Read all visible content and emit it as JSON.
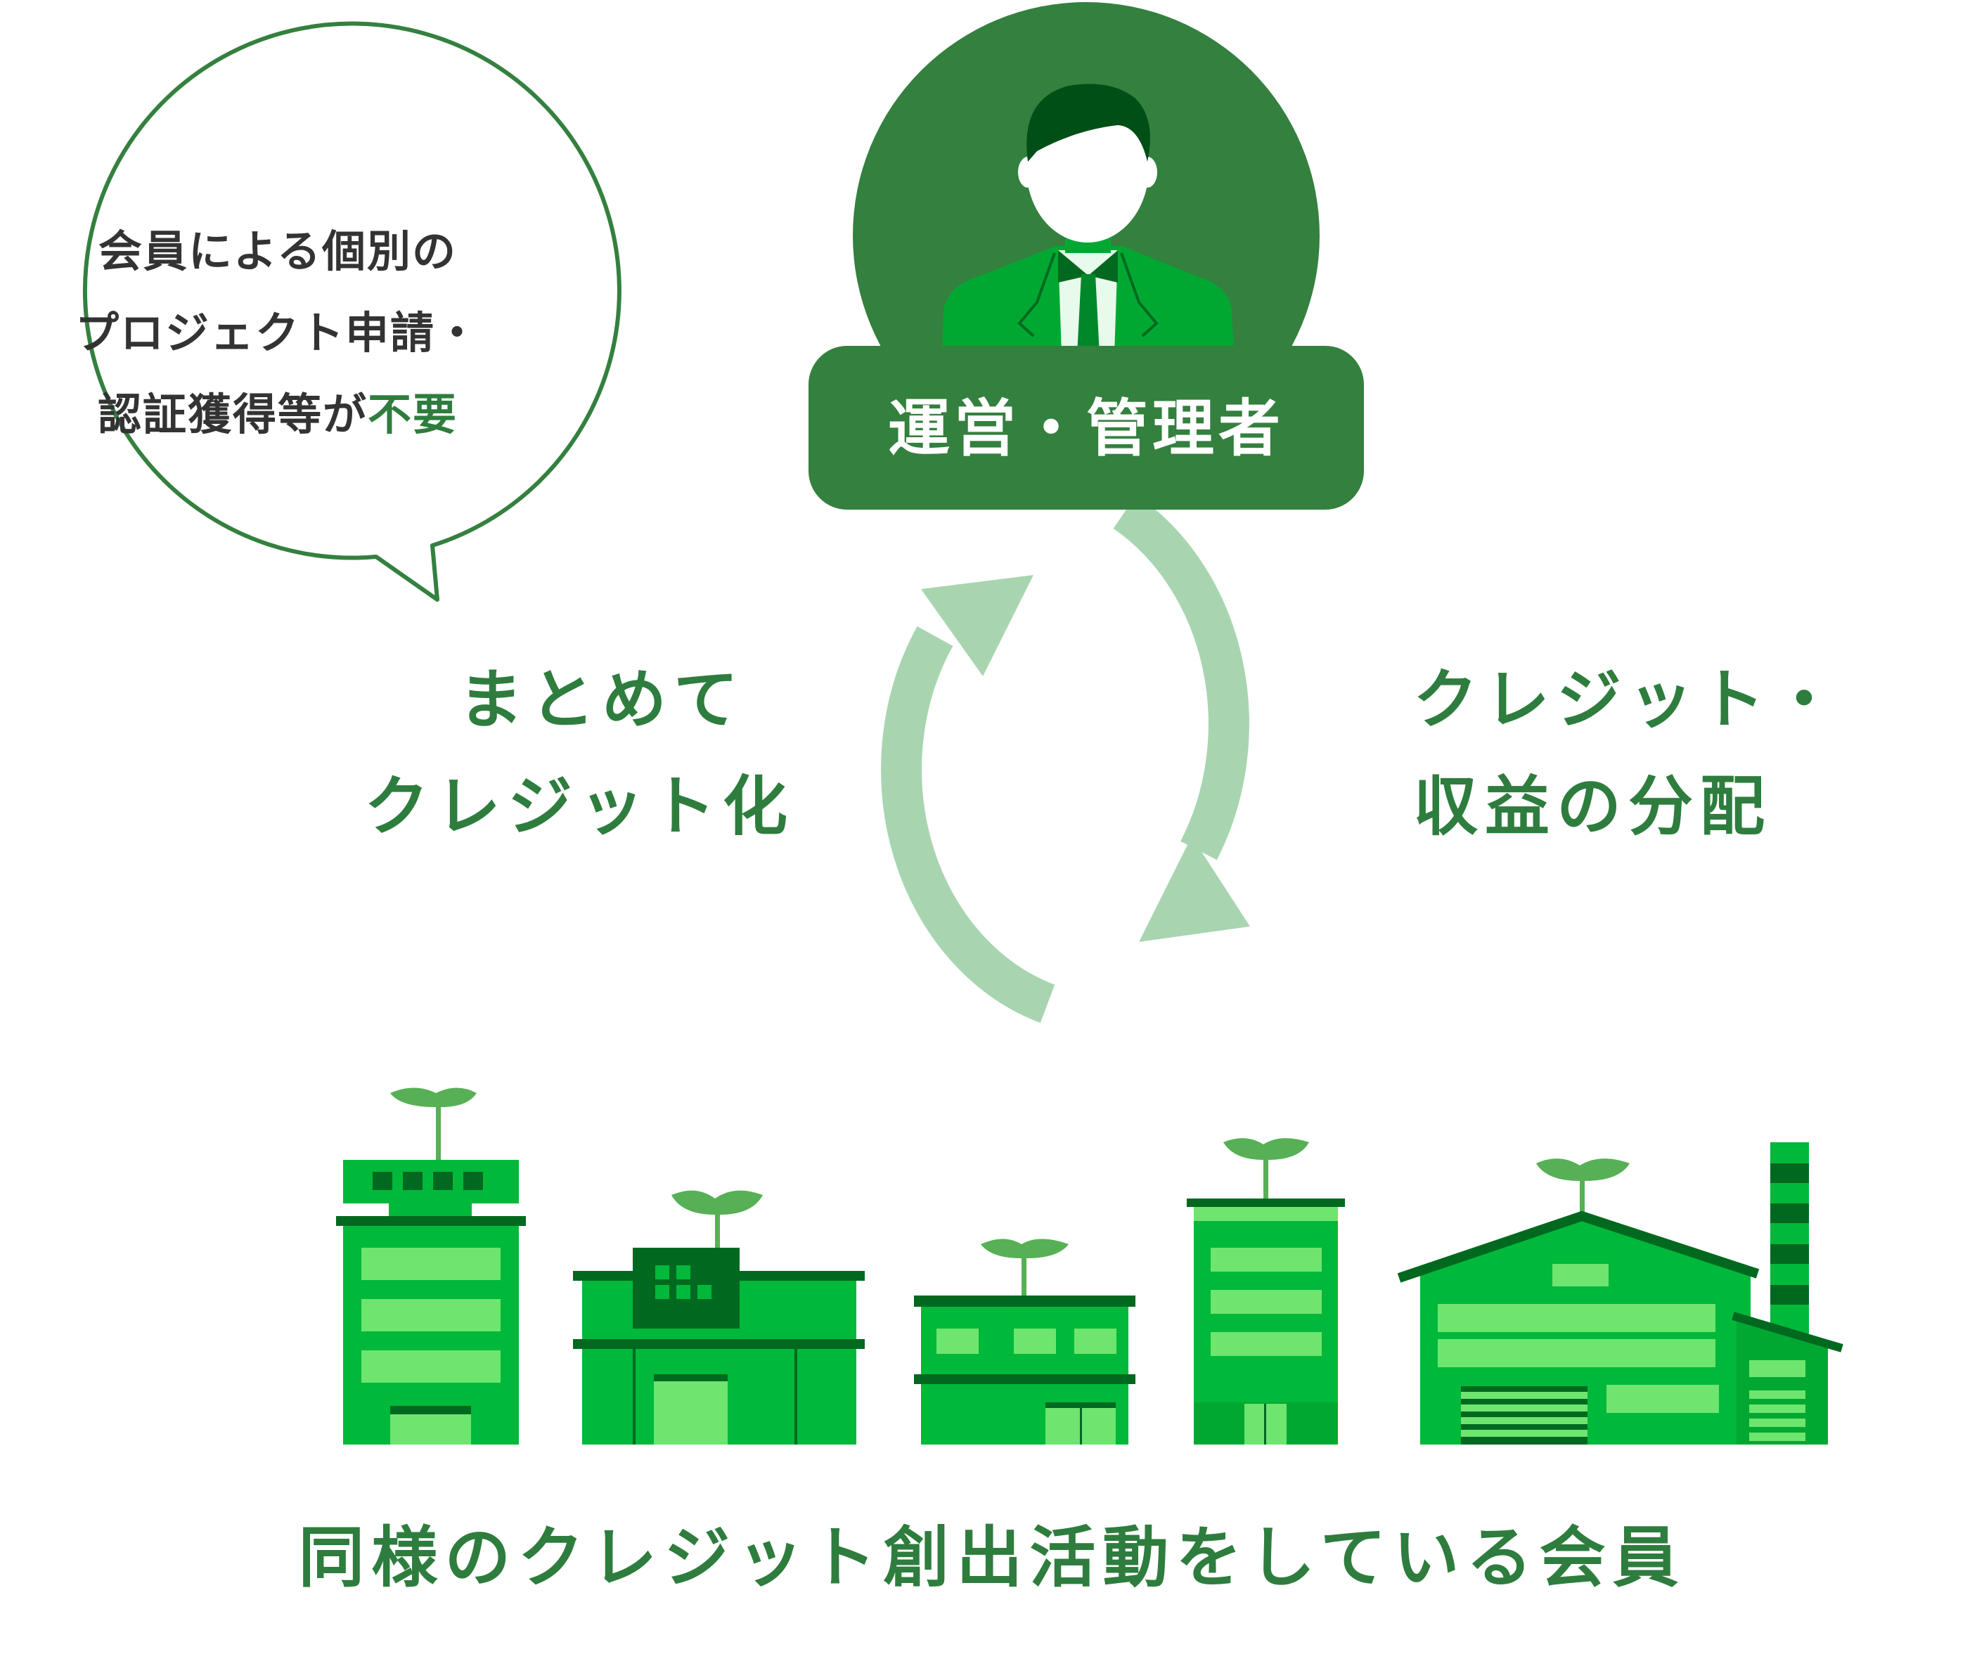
{
  "bubble": {
    "line1": "会員による個別の",
    "line2": "プロジェクト申請・",
    "line3_prefix": "認証獲得等が",
    "line3_highlight": "不要"
  },
  "admin": {
    "label": "運営・管理者"
  },
  "left_label": {
    "line1": "まとめて",
    "line2": "クレジット化"
  },
  "right_label": {
    "line1": "クレジット・",
    "line2": "収益の分配"
  },
  "footer": {
    "text": "同様のクレジット創出活動をしている会員"
  },
  "colors": {
    "dark_green": "#34803f",
    "text_green": "#2e7d3e",
    "arrow_green": "#a8d5b0",
    "building_green": "#00b83a",
    "building_dark": "#00691f",
    "window_light": "#6ee56e",
    "sprout_green": "#57b055"
  },
  "icons": {
    "admin": "person-in-suit-icon",
    "cycle": "circular-arrows-icon",
    "members": "green-buildings-with-sprouts-icon"
  }
}
